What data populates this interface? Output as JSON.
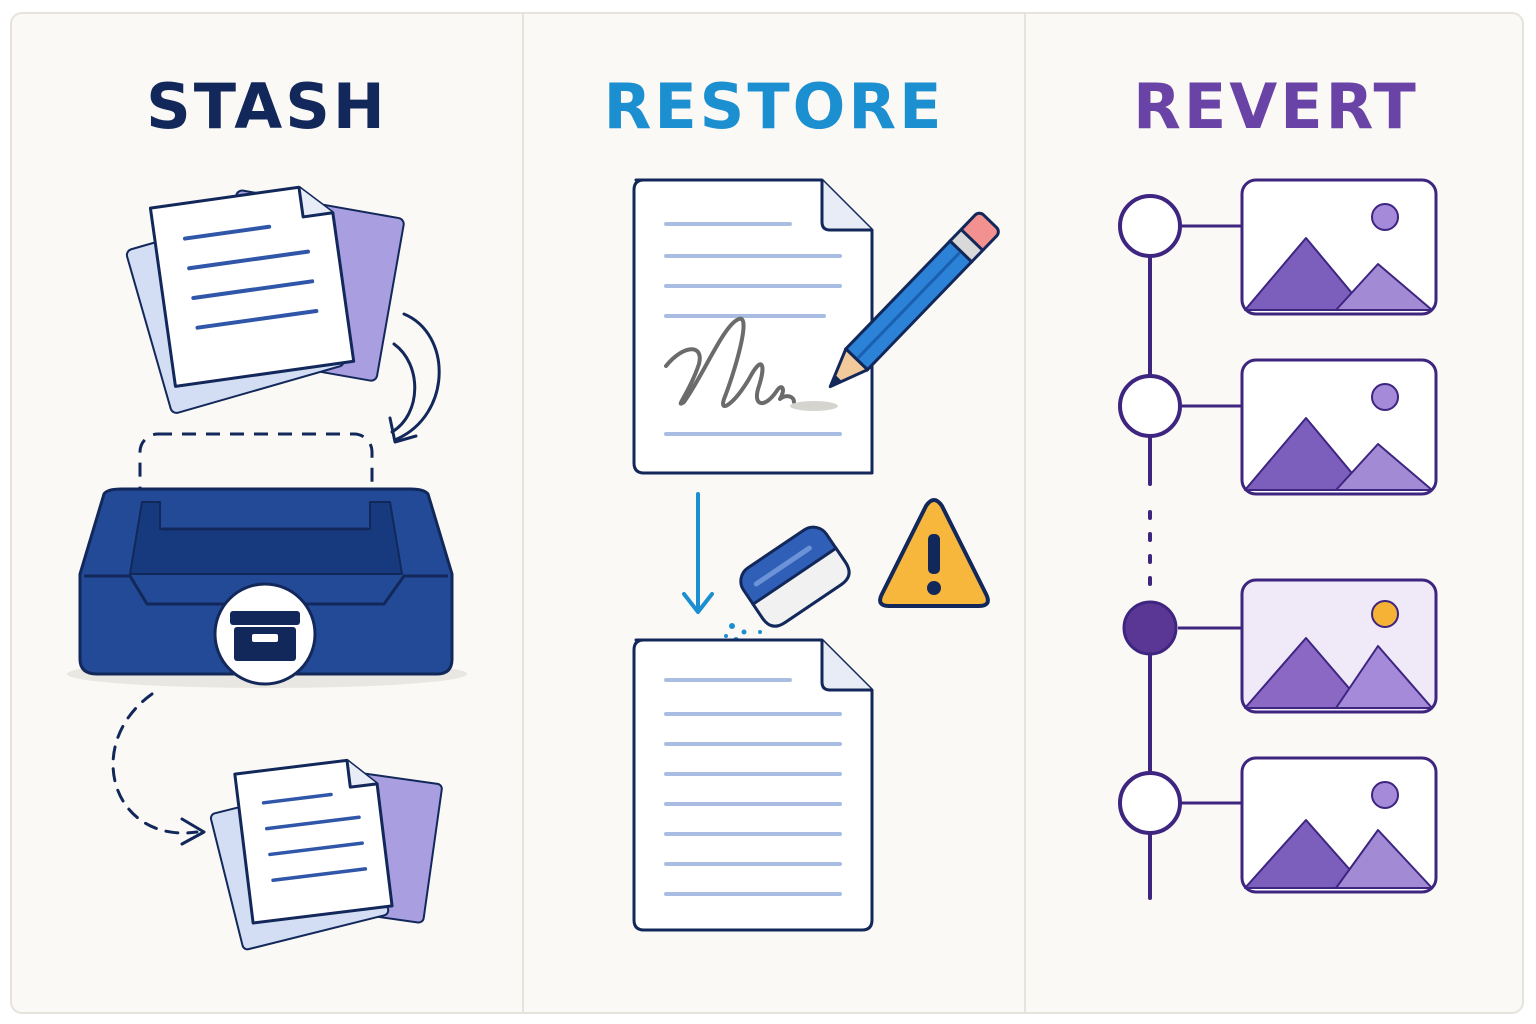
{
  "panels": {
    "stash": {
      "title": "STASH",
      "color": "#13285a"
    },
    "restore": {
      "title": "RESTORE",
      "color": "#1c8fd0"
    },
    "revert": {
      "title": "REVERT",
      "color": "#6a43a6"
    }
  },
  "icons": {
    "stash": [
      "document-stack-icon",
      "curved-arrow-icon",
      "inbox-tray-icon",
      "archive-box-icon",
      "dashed-arrow-icon"
    ],
    "restore": [
      "document-icon",
      "pencil-icon",
      "scribble-icon",
      "down-arrow-icon",
      "eraser-icon",
      "warning-icon"
    ],
    "revert": [
      "timeline-icon",
      "commit-node-icon",
      "image-snapshot-icon",
      "current-commit-node-icon"
    ]
  },
  "colors": {
    "navy": "#13285a",
    "tray_blue": "#234a96",
    "restore_blue": "#1c8fd0",
    "warning_yellow": "#f7b73d",
    "revert_purple": "#5a3794",
    "image_purple": "#8a68c4",
    "sun_orange": "#f5b235"
  }
}
